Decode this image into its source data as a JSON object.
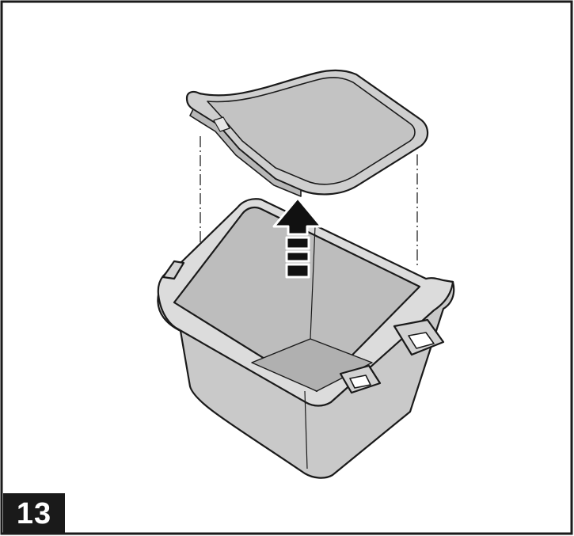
{
  "step": {
    "number": "13"
  },
  "illustration": {
    "parts": [
      "tray-lid",
      "basket",
      "lift-arrow",
      "alignment-guides"
    ],
    "colors": {
      "part_fill": "#d4d4d4",
      "part_shade": "#bdbdbd",
      "rim_light": "#e6e6e6",
      "outline": "#1a1a1a",
      "arrow": "#111111",
      "border": "#1a1a1a"
    }
  }
}
